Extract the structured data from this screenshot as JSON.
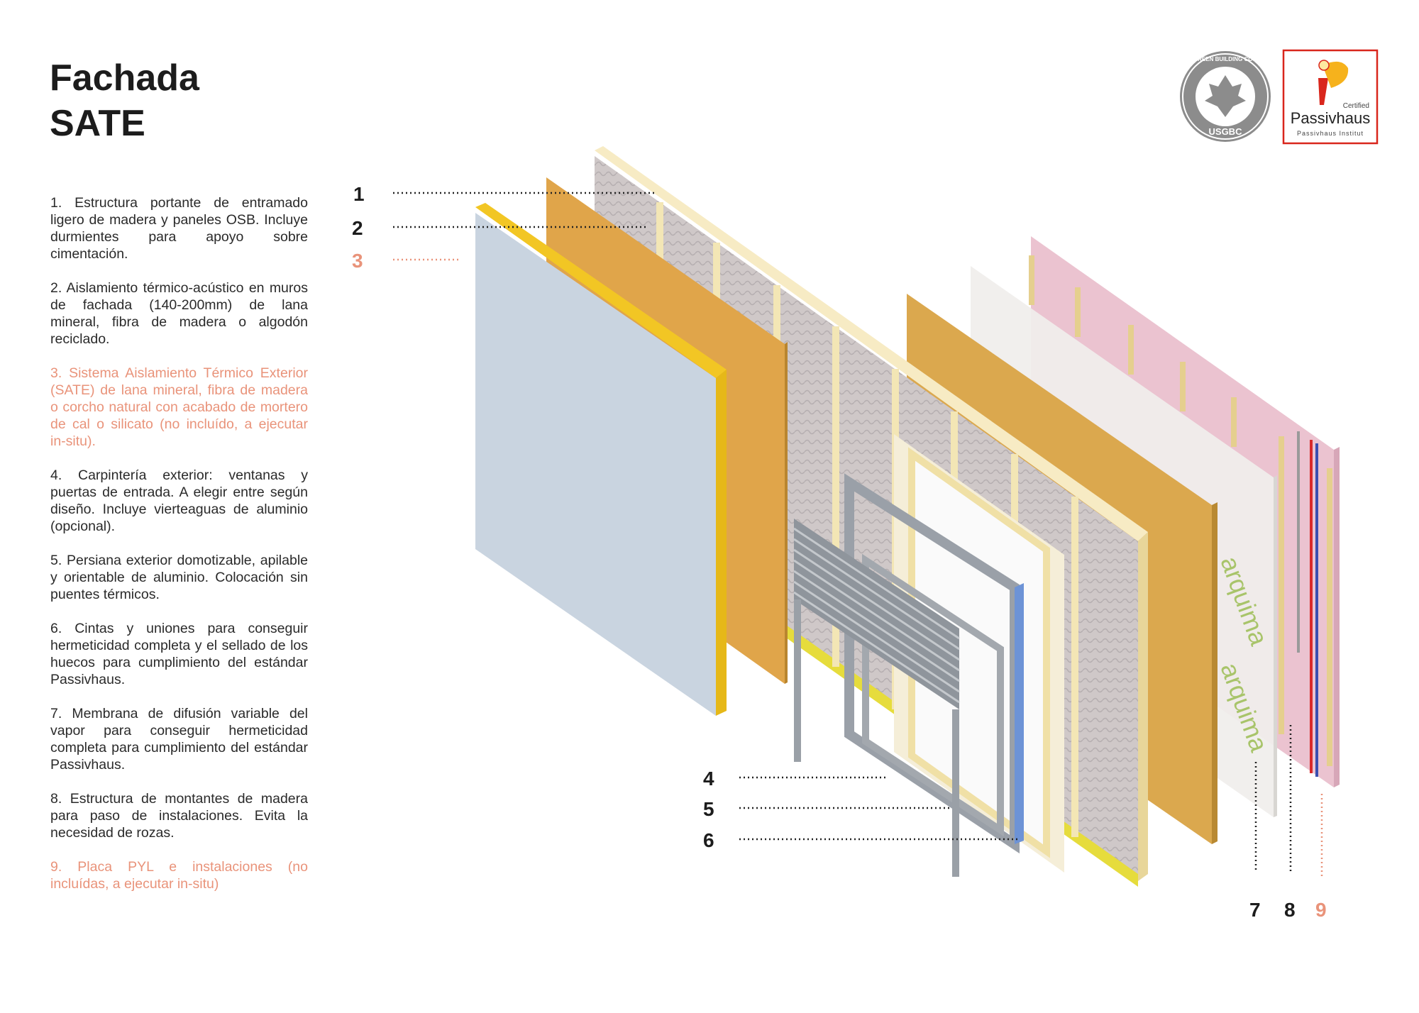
{
  "title": {
    "line1": "Fachada",
    "line2": "SATE"
  },
  "items": [
    {
      "text": "1. Estructura portante de entramado ligero de madera y paneles OSB. Incluye durmientes para apoyo sobre cimentación.",
      "highlight": false
    },
    {
      "text": "2. Aislamiento térmico-acústico en muros de fachada (140-200mm) de lana mineral, fibra de madera o algodón reciclado.",
      "highlight": false
    },
    {
      "text": "3. Sistema Aislamiento Térmico Exterior (SATE) de lana mineral, fibra de madera o corcho natural con acabado de mortero de cal o silicato (no incluído, a ejecutar in-situ).",
      "highlight": true
    },
    {
      "text": "4. Carpintería exterior: ventanas y puertas de entrada. A elegir entre según diseño. Incluye vierteaguas de aluminio (opcional).",
      "highlight": false
    },
    {
      "text": "5. Persiana exterior domotizable, apilable y orientable de aluminio. Colocación sin puentes térmicos.",
      "highlight": false
    },
    {
      "text": "6. Cintas y uniones para conseguir hermeticidad completa y el sellado de los huecos para cumplimiento del estándar Passivhaus.",
      "highlight": false
    },
    {
      "text": "7. Membrana de difusión variable del vapor para conseguir hermeticidad completa para cumplimiento del estándar Passivhaus.",
      "highlight": false
    },
    {
      "text": "8. Estructura de montantes de madera para paso de instalaciones. Evita la necesidad de rozas.",
      "highlight": false
    },
    {
      "text": "9. Placa PYL e instalaciones (no incluídas, a ejecutar in-situ)",
      "highlight": true
    }
  ],
  "labels": [
    "1",
    "2",
    "3",
    "4",
    "5",
    "6",
    "7",
    "8",
    "9"
  ],
  "logos": {
    "usgbc": {
      "ring_text": "U.S. GREEN BUILDING COUNCIL",
      "abbr": "USGBC"
    },
    "passivhaus": {
      "certified": "Certified",
      "name": "Passivhaus",
      "institute": "Passivhaus Institut"
    }
  },
  "colors": {
    "accent": "#e9937a",
    "text": "#2a2a2a",
    "passivhaus_red": "#d9261c"
  }
}
